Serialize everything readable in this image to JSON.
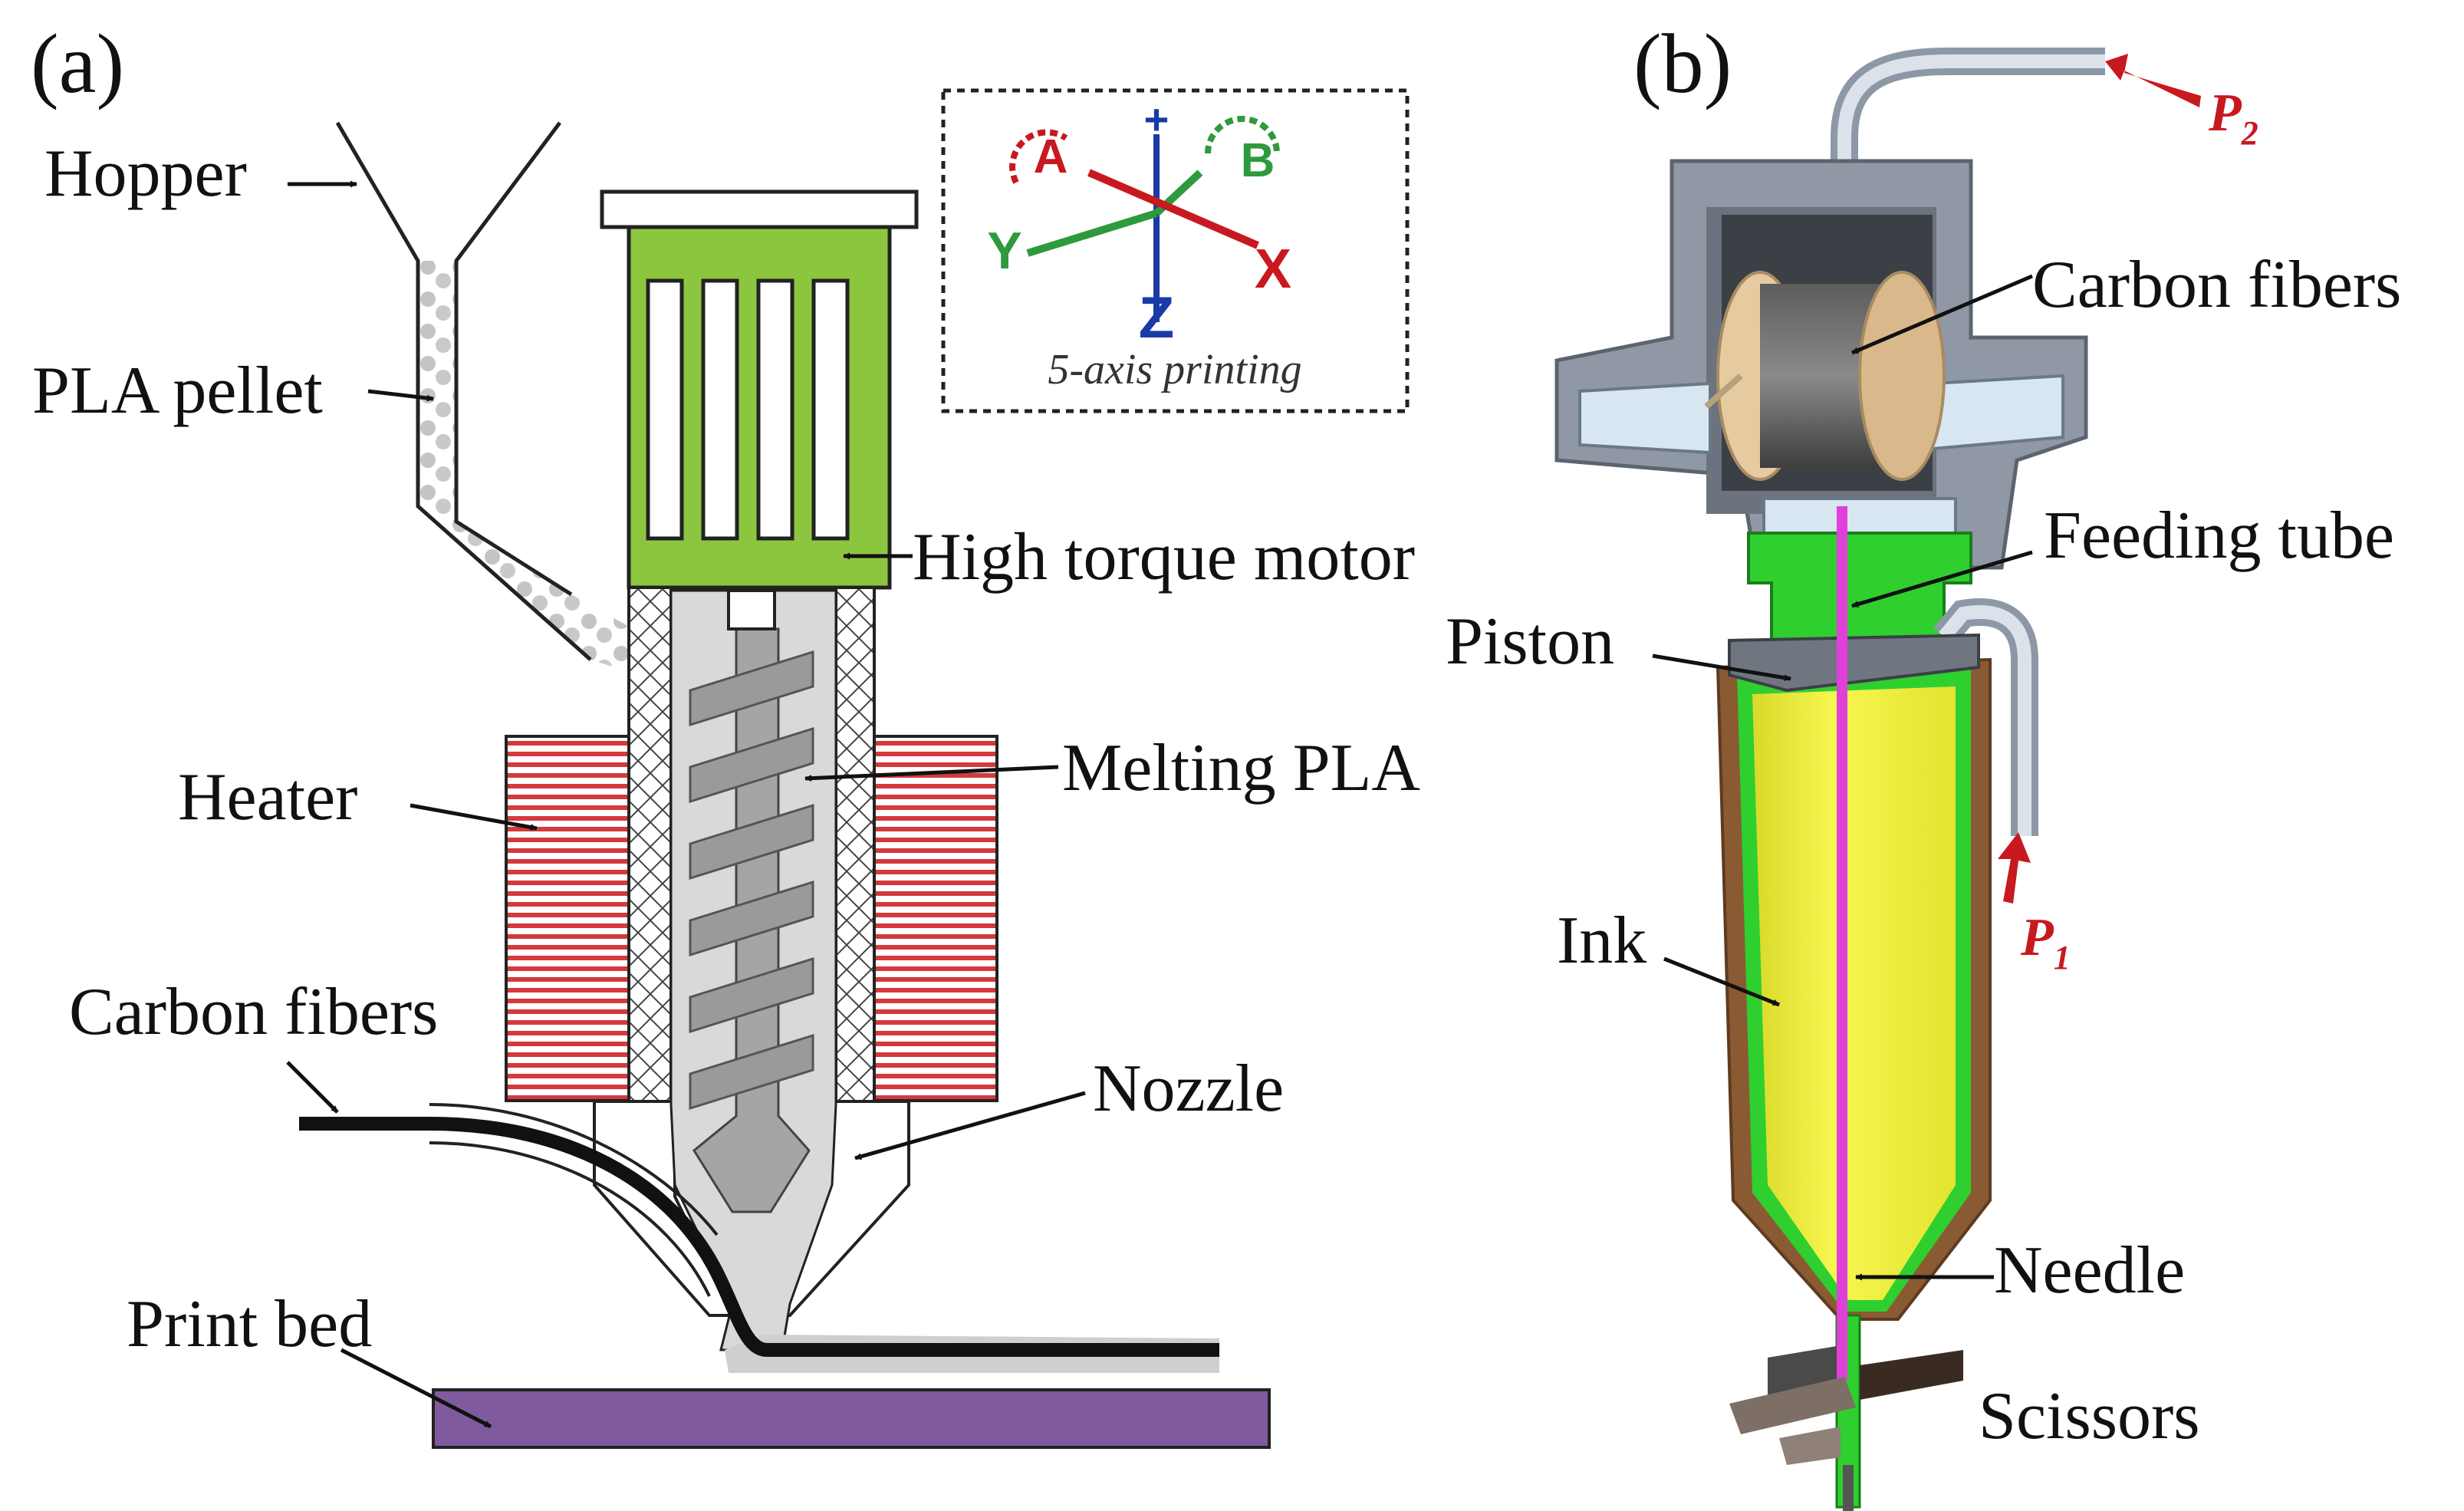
{
  "panels": {
    "a": {
      "label": "(a)",
      "labels": {
        "hopper": "Hopper",
        "pla_pellet": "PLA pellet",
        "heater": "Heater",
        "carbon_fibers": "Carbon fibers",
        "print_bed": "Print bed",
        "motor": "High torque motor",
        "melting": "Melting PLA",
        "nozzle": "Nozzle"
      },
      "inset": {
        "caption": "5-axis printing",
        "axes": {
          "plus": "+",
          "a": "A",
          "b": "B",
          "x": "X",
          "y": "Y",
          "z": "Z"
        }
      }
    },
    "b": {
      "label": "(b)",
      "labels": {
        "carbon_fibers": "Carbon fibers",
        "feeding_tube": "Feeding tube",
        "piston": "Piston",
        "ink": "Ink",
        "needle": "Needle",
        "scissors": "Scissors"
      },
      "pressures": {
        "p2": "P",
        "p2_sub": "2",
        "p1": "P",
        "p1_sub": "1"
      }
    }
  },
  "colors": {
    "motor_green": "#8cc63f",
    "heater_red": "#d6393c",
    "print_bed_purple": "#7f5a9e",
    "ink_yellow": "#f2f23c",
    "feeding_tube_magenta": "#e040d8",
    "housing_gray": "#8f98a4",
    "arrow_red": "#c8191e"
  }
}
